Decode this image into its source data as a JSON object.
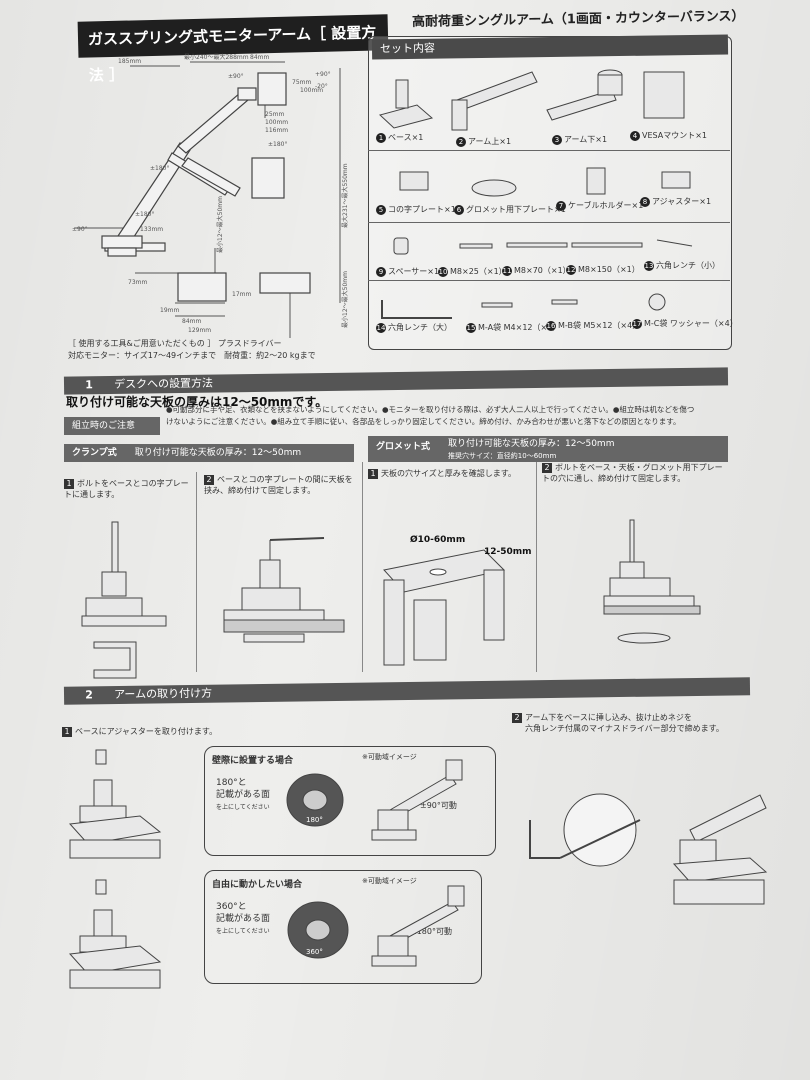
{
  "header": {
    "title": "ガススプリング式モニターアーム［ 設置方法 ］",
    "subtitle": "高耐荷重シングルアーム（1画面・カウンターバランス）"
  },
  "dims": {
    "top_185": "185mm",
    "top_range": "最小240～最大288mm",
    "top_84": "84mm",
    "d75": "75mm",
    "d100": "100mm",
    "angle_up": "+90°",
    "angle_down": "-20°",
    "r90": "±90°",
    "r180a": "±180°",
    "r180b": "±180°",
    "r180c": "±180°",
    "r90b": "±90°",
    "d25": "25mm",
    "d100b": "100mm",
    "d116": "116mm",
    "height_range": "最大231～最大550mm",
    "d133": "133mm",
    "d73": "73mm",
    "clamp_range": "最小12～最大50mm",
    "d19": "19mm",
    "d17": "17mm",
    "d84b": "84mm",
    "d129": "129mm",
    "grommet_range": "最小12～最大50mm"
  },
  "tools": {
    "line1": "［ 使用する工具&ご用意いただくもの ］ プラスドライバー",
    "line2": "対応モニター：サイズ17～49インチまで　耐荷重：約2～20 kgまで"
  },
  "set": {
    "heading": "セット内容",
    "parts": [
      {
        "num": "1",
        "label": "ベース×1"
      },
      {
        "num": "2",
        "label": "アーム上×1"
      },
      {
        "num": "3",
        "label": "アーム下×1"
      },
      {
        "num": "4",
        "label": "VESAマウント×1"
      },
      {
        "num": "5",
        "label": "コの字プレート×1"
      },
      {
        "num": "6",
        "label": "グロメット用下プレート×1"
      },
      {
        "num": "7",
        "label": "ケーブルホルダー×1"
      },
      {
        "num": "8",
        "label": "アジャスター×1"
      },
      {
        "num": "9",
        "label": "スペーサー×1"
      },
      {
        "num": "10",
        "label": "M8×25（×1）"
      },
      {
        "num": "11",
        "label": "M8×70（×1）"
      },
      {
        "num": "12",
        "label": "M8×150（×1）"
      },
      {
        "num": "13",
        "label": "六角レンチ（小）"
      },
      {
        "num": "14",
        "label": "六角レンチ（大）"
      },
      {
        "num": "15",
        "label": "M-A袋 M4×12（×4）"
      },
      {
        "num": "16",
        "label": "M-B袋 M5×12（×4）"
      },
      {
        "num": "17",
        "label": "M-C袋 ワッシャー（×4）"
      }
    ]
  },
  "section1": {
    "num": "1",
    "title": "デスクへの設置方法",
    "thickness": "取り付け可能な天板の厚みは12～50mmです。",
    "caution_head": "組立時のご注意",
    "caution_text1": "●可動部分に手や足、衣類などを挟まないようにしてください。●モニターを取り付ける際は、必ず大人二人以上で行ってください。●組立時は机などを傷つ",
    "caution_text2": "けないようにご注意ください。●組み立て手順に従い、各部品をしっかり固定してください。締め付け、かみ合わせが悪いと落下などの原因となります。",
    "clamp_head": "クランプ式",
    "clamp_thick": "取り付け可能な天板の厚み：12～50mm",
    "grommet_head": "グロメット式",
    "grommet_thick": "取り付け可能な天板の厚み：12～50mm",
    "grommet_hole": "推奨穴サイズ：直径約10～60mm",
    "step1_clamp": "ボルトをベースとコの字プレートに通します。",
    "step2_clamp": "ベースとコの字プレートの間に天板を挟み、締め付けて固定します。",
    "step1_grommet": "天板の穴サイズと厚みを確認します。",
    "step2_grommet": "ボルトをベース・天板・グロメット用下プレートの穴に通し、締め付けて固定します。",
    "hole_dim": "Ø10-60mm",
    "thick_dim": "12-50mm"
  },
  "section2": {
    "num": "2",
    "title": "アームの取り付け方",
    "step1": "ベースにアジャスターを取り付けます。",
    "wall_head": "壁際に設置する場合",
    "wall_note": "※可動域イメージ",
    "wall_deg": "180°と",
    "wall_face": "記載がある面",
    "wall_up": "を上にしてください",
    "wall_move": "±90°可動",
    "wall_mark": "180°",
    "free_head": "自由に動かしたい場合",
    "free_note": "※可動域イメージ",
    "free_deg": "360°と",
    "free_face": "記載がある面",
    "free_up": "を上にしてください",
    "free_move": "±180°可動",
    "free_mark": "360°",
    "step2_line1": "アーム下をベースに挿し込み、抜け止めネジを",
    "step2_line2": "六角レンチ付属のマイナスドライバー部分で締めます。"
  }
}
